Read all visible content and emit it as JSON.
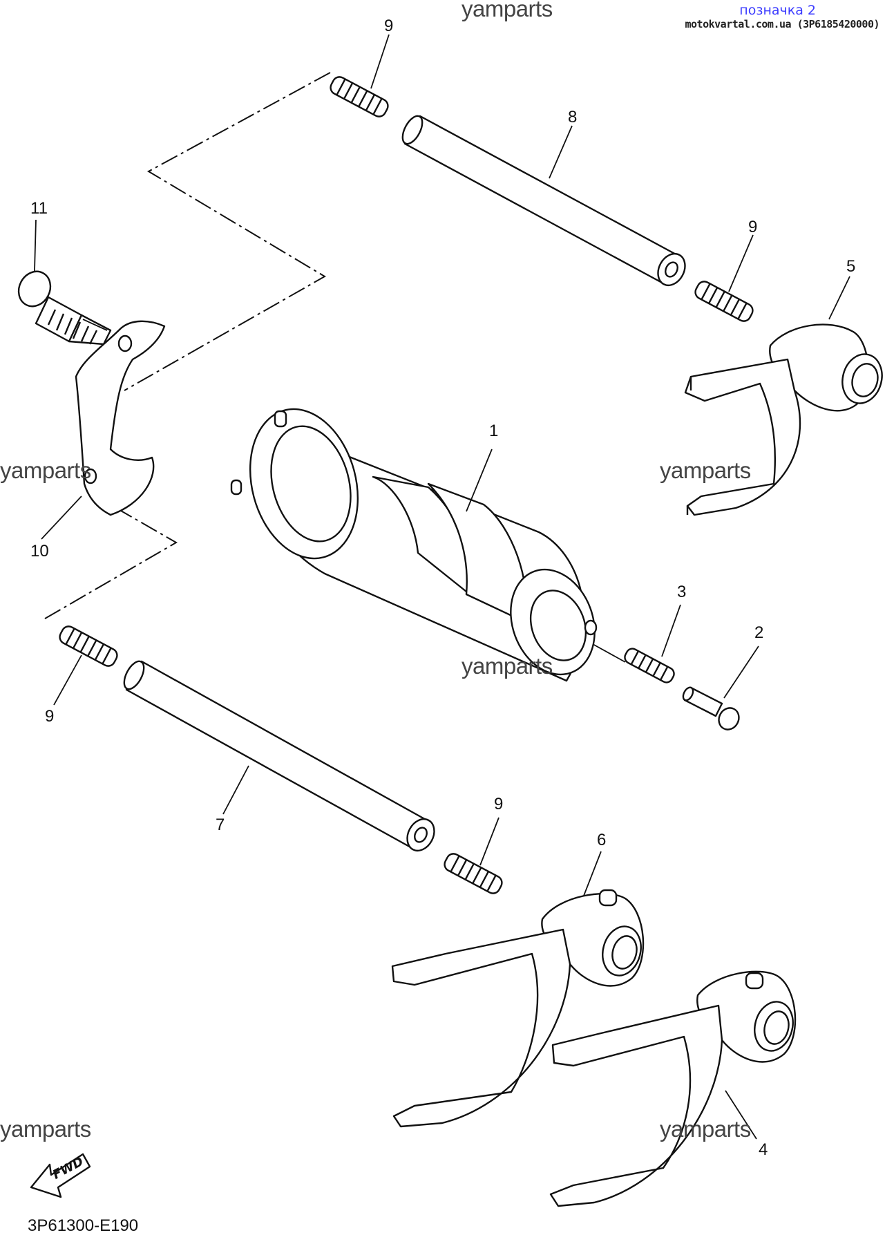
{
  "header": {
    "label": "позначка 2",
    "source": "motokvartal.com.ua (3P6185420000)",
    "label_color": "#3b3bff"
  },
  "watermarks": [
    "yamparts",
    "yamparts",
    "yamparts",
    "yamparts",
    "yamparts",
    "yamparts"
  ],
  "callouts": {
    "c1": "1",
    "c2": "2",
    "c3": "3",
    "c4": "4",
    "c5": "5",
    "c6": "6",
    "c7": "7",
    "c8": "8",
    "c9a": "9",
    "c9b": "9",
    "c9c": "9",
    "c9d": "9",
    "c10": "10",
    "c11": "11"
  },
  "direction_badge": "FWD",
  "doc_code": "3P61300-E190",
  "parts": [
    {
      "ref": "1",
      "item": "shift-drum"
    },
    {
      "ref": "2",
      "item": "pin"
    },
    {
      "ref": "3",
      "item": "spring"
    },
    {
      "ref": "4",
      "item": "shift-fork"
    },
    {
      "ref": "5",
      "item": "shift-fork"
    },
    {
      "ref": "6",
      "item": "shift-fork"
    },
    {
      "ref": "7",
      "item": "fork-shaft"
    },
    {
      "ref": "8",
      "item": "fork-shaft"
    },
    {
      "ref": "9",
      "item": "spring"
    },
    {
      "ref": "10",
      "item": "stopper-plate"
    },
    {
      "ref": "11",
      "item": "bolt"
    }
  ]
}
